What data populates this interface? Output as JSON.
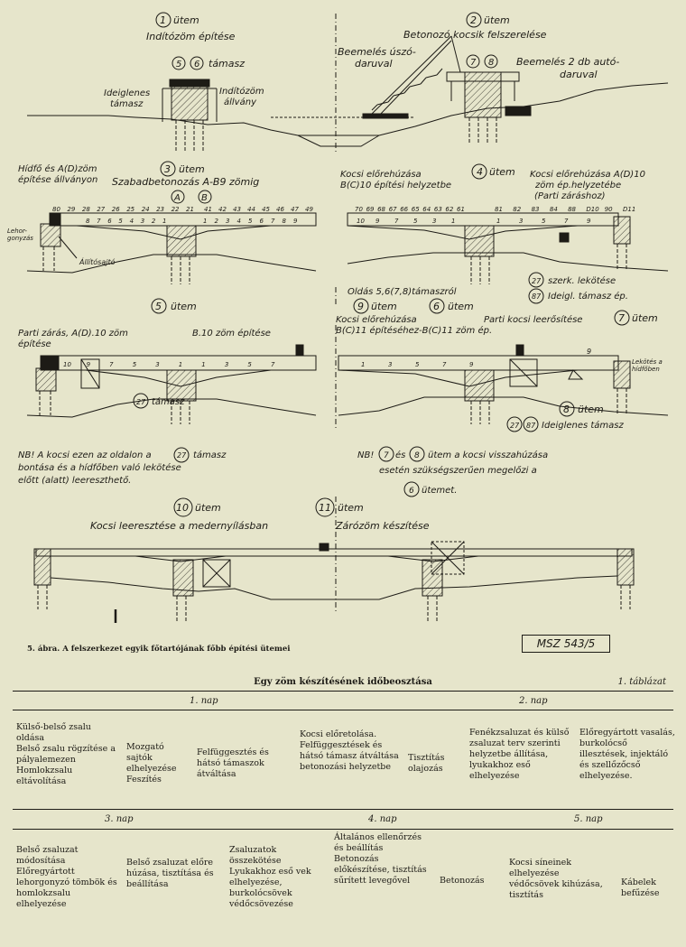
{
  "diagram": {
    "phases": {
      "p1": {
        "num": "1",
        "word": "ütem",
        "title": "Indítózöm építése"
      },
      "p2": {
        "num": "2",
        "word": "ütem",
        "title": "Betonozó kocsik felszerelése"
      },
      "p3": {
        "num": "3",
        "word": "ütem",
        "title": "Szabadbetonozás A-B9 zömig"
      },
      "p4": {
        "num": "4",
        "word": "ütem"
      },
      "p5": {
        "num": "5",
        "word": "ütem"
      },
      "p6": {
        "num": "6",
        "word": "ütem",
        "title": "Parti kocsi leerősítése"
      },
      "p7": {
        "num": "7",
        "word": "ütem"
      },
      "p8": {
        "num": "8",
        "word": "ütem",
        "title": "Ideiglenes támasz"
      },
      "p9": {
        "num": "9",
        "word": "ütem",
        "title": "Kocsi előrehúzása"
      },
      "p10": {
        "num": "10",
        "word": "ütem",
        "title": "Kocsi leeresztése a medernyílásban"
      },
      "p11": {
        "num": "11",
        "word": "ütem",
        "title": "Zárózöm készítése"
      }
    },
    "labels": {
      "tamasz56": "támasz",
      "c5": "5",
      "c6": "6",
      "c7": "7",
      "c8": "8",
      "c27": "27",
      "c87": "87",
      "uszo1": "Beemelés úszó-",
      "uszo2": "daruval",
      "auto1": "Beemelés 2 db autó-",
      "auto2": "daruval",
      "ideig1": "Ideiglenes",
      "ideig2": "támasz",
      "indito1": "Indítózöm",
      "indito2": "állvány",
      "hidfo1": "Hídfő és A(D)zöm",
      "hidfo2": "építése állványon",
      "A": "A",
      "B": "B",
      "lehor1": "Lehor-",
      "lehor2": "gonyzás",
      "allito": "Állítósajtó",
      "k4a1": "Kocsi előrehúzása",
      "k4a2": "B(C)10 építési helyzetbe",
      "k4b1": "Kocsi előrehúzása A(D)10",
      "k4b2": "zöm ép.helyzetébe",
      "k4b3": "(Parti záráshoz)",
      "szerk": "szerk. lekötése",
      "ideigtam": "Ideigl. támasz ép.",
      "oldas": "Oldás 5,6(7,8)támaszról",
      "parti1": "Parti zárás, A(D).10 zöm",
      "parti2": "építése",
      "b10": "B.10 zöm építése",
      "k9b": "B(C)11 építéséhez-B(C)11 zöm ép.",
      "lekotes1": "Lekötés a",
      "lekotes2": "hídfőben",
      "nb1a": "NB! A kocsi ezen az oldalon a",
      "nb1b": "támasz",
      "nb1c": "bontása és a hídfőben való lekötése",
      "nb1d": "előtt (alatt) leereszthető.",
      "nb2a": "NB!",
      "nb2b": "és",
      "nb2c": "ütem a kocsi visszahúzása",
      "nb2d": "esetén szükségszerűen megelőzi a",
      "nb2e": "ütemet.",
      "top_nums_left": [
        "80",
        "29",
        "28",
        "27",
        "26",
        "25",
        "24",
        "23",
        "22",
        "21"
      ],
      "top_nums_mid": [
        "41",
        "42",
        "43",
        "44",
        "45",
        "46",
        "47",
        "49"
      ],
      "top_nums_r1": [
        "70",
        "69",
        "68",
        "67",
        "66",
        "65",
        "64",
        "63",
        "62",
        "61"
      ],
      "top_nums_r2": [
        "81",
        "82",
        "83",
        "84",
        "88",
        "D10",
        "90",
        "D11"
      ],
      "seg_l": [
        "8",
        "7",
        "6",
        "5",
        "4",
        "3",
        "2",
        "1"
      ],
      "seg_m": [
        "1",
        "2",
        "3",
        "4",
        "5",
        "6",
        "7",
        "8",
        "9"
      ],
      "seg_r1": [
        "10",
        "9",
        "7",
        "5",
        "3",
        "1"
      ],
      "seg_r2": [
        "1",
        "3",
        "5",
        "7",
        "9"
      ],
      "seg_5": [
        "10",
        "9",
        "7",
        "5",
        "3",
        "1",
        "1",
        "3",
        "5",
        "7"
      ],
      "seg_6": [
        "1",
        "3",
        "5",
        "7",
        "9"
      ],
      "nine": "9"
    }
  },
  "caption": "5. ábra. A felszerkezet egyik főtartójának főbb építési ütemei",
  "stamp": "MSZ 543/5",
  "table": {
    "title": "Egy zöm készítésének időbeosztása",
    "number": "1. táblázat",
    "days": [
      "1. nap",
      "2. nap",
      "3. nap",
      "4. nap",
      "5. nap"
    ],
    "row1": [
      "Külső-belső zsalu oldása\nBelső zsalu rögzítése a pályalemezen\nHomlokzsalu eltávolítása",
      "Mozgató sajtók elhelyezése\nFeszítés",
      "Felfüggesztés és hátsó támaszok átváltása",
      "Kocsi előretolása. Felfüggesztések és hátsó támasz átváltása betonozási helyzetbe",
      "Tisztítás olajozás",
      "Fenékzsaluzat és külső zsaluzat terv szerinti helyzetbe állítása, lyukakhoz eső elhelyezése",
      "Előregyártott vasalás, burkolócső illesztések, injektáló és szellőzőcső elhelyezése."
    ],
    "row2": [
      "Belső zsaluzat módosítása\nElőregyártott lehorgonyzó tömbök és homlokzsalu elhelyezése",
      "Belső zsaluzat előre húzása, tisztítása és beállítása",
      "Zsaluzatok összekötése\nLyukakhoz eső vek elhelyezése, burkolócsövek védőcsövezése",
      "Általános ellenőrzés és beállítás\nBetonozás előkészítése, tisztítás sűrített levegővel",
      "Betonozás",
      "Kocsi síneinek elhelyezése védőcsövek kihúzása, tisztítás",
      "Kábelek befűzése"
    ]
  }
}
